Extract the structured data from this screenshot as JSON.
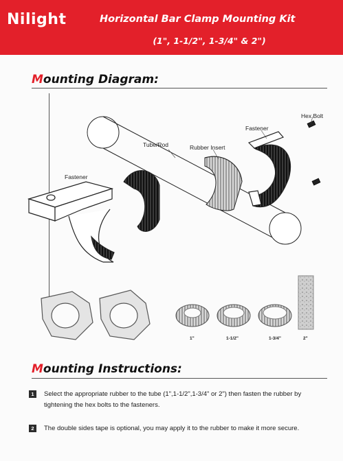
{
  "header": {
    "brand": "Nilight",
    "title": "Horizontal Bar Clamp Mounting Kit",
    "sizes": "(1\", 1-1/2\", 1-3/4\" & 2\")"
  },
  "diagram": {
    "heading_first": "M",
    "heading_rest": "ounting Diagram:",
    "labels": {
      "hex_bolt": "Hex Bolt",
      "fastener_right": "Fastener",
      "tube_rod": "Tube/Rod",
      "rubber_insert": "Rubber Insert",
      "fastener_left": "Fastener"
    },
    "insert_sizes": [
      "1\"",
      "1-1/2\"",
      "1-3/4\"",
      "2\""
    ]
  },
  "instructions": {
    "heading_first": "M",
    "heading_rest": "ounting Instructions:",
    "steps": [
      {
        "num": "1",
        "text": "Select the appropriate rubber to the tube (1\",1-1/2\",1-3/4\" or 2\") then fasten the rubber by tightening the hex bolts to the fasteners."
      },
      {
        "num": "2",
        "text": "The double sides tape is optional, you may apply it to the rubber to make it more secure."
      }
    ]
  },
  "colors": {
    "accent": "#e3202a",
    "ink": "#111111"
  }
}
